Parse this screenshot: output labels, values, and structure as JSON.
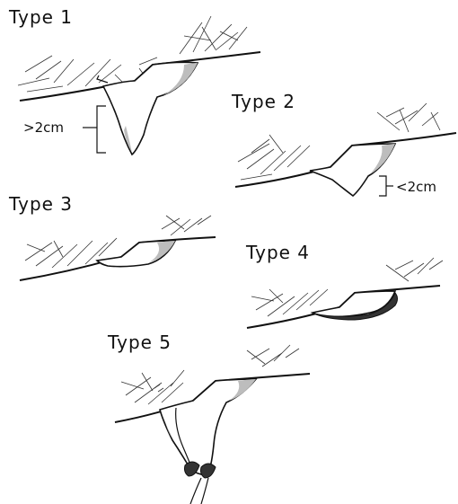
{
  "panels": [
    {
      "title": "Type 1",
      "measure": ">2cm"
    },
    {
      "title": "Type 2",
      "measure": "<2cm"
    },
    {
      "title": "Type 3"
    },
    {
      "title": "Type 4"
    },
    {
      "title": "Type 5"
    }
  ]
}
